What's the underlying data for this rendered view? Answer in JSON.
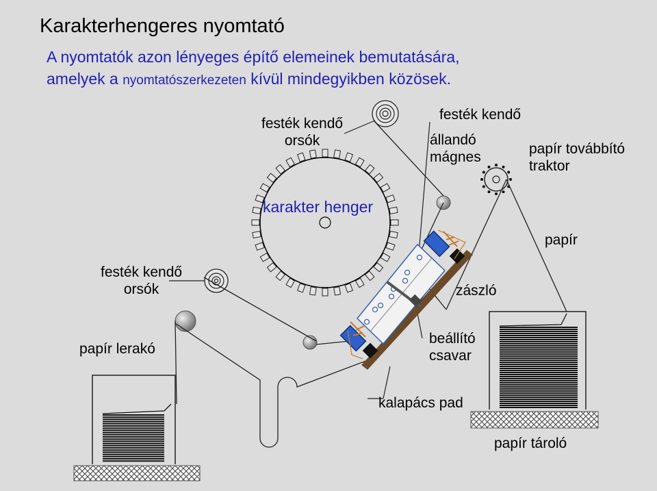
{
  "title": "Karakterhengeres nyomtató",
  "subtitle": {
    "line1": "A nyomtatók azon lényeges építő elemeinek bemutatására,",
    "line2a": "amelyek a",
    "line2b": "nyomtatószerkezeten",
    "line2c": "kívül mindegyikben közösek."
  },
  "labels": {
    "ribbon_spools_top": [
      "festék kendő",
      "orsók"
    ],
    "ribbon": "festék kendő",
    "magnet": [
      "állandó",
      "mágnes"
    ],
    "tractor": [
      "papír továbbító",
      "traktor"
    ],
    "cylinder": "karakter henger",
    "paper": "papír",
    "ribbon_spools_left": [
      "festék kendő",
      "orsók"
    ],
    "flag": "zászló",
    "paper_stacker": "papír lerakó",
    "adjust_screw": [
      "beállító",
      "csavar"
    ],
    "hammer_pad": "kalapács pad",
    "paper_storage": "papír tároló"
  },
  "colors": {
    "background": "#dcdcdc",
    "subtitle": "#1f1fb4",
    "cylinder_label": "#1f1fb4",
    "hammer": "#2f5fc8",
    "spring": "#c87828",
    "board": "#6b4a2a"
  }
}
